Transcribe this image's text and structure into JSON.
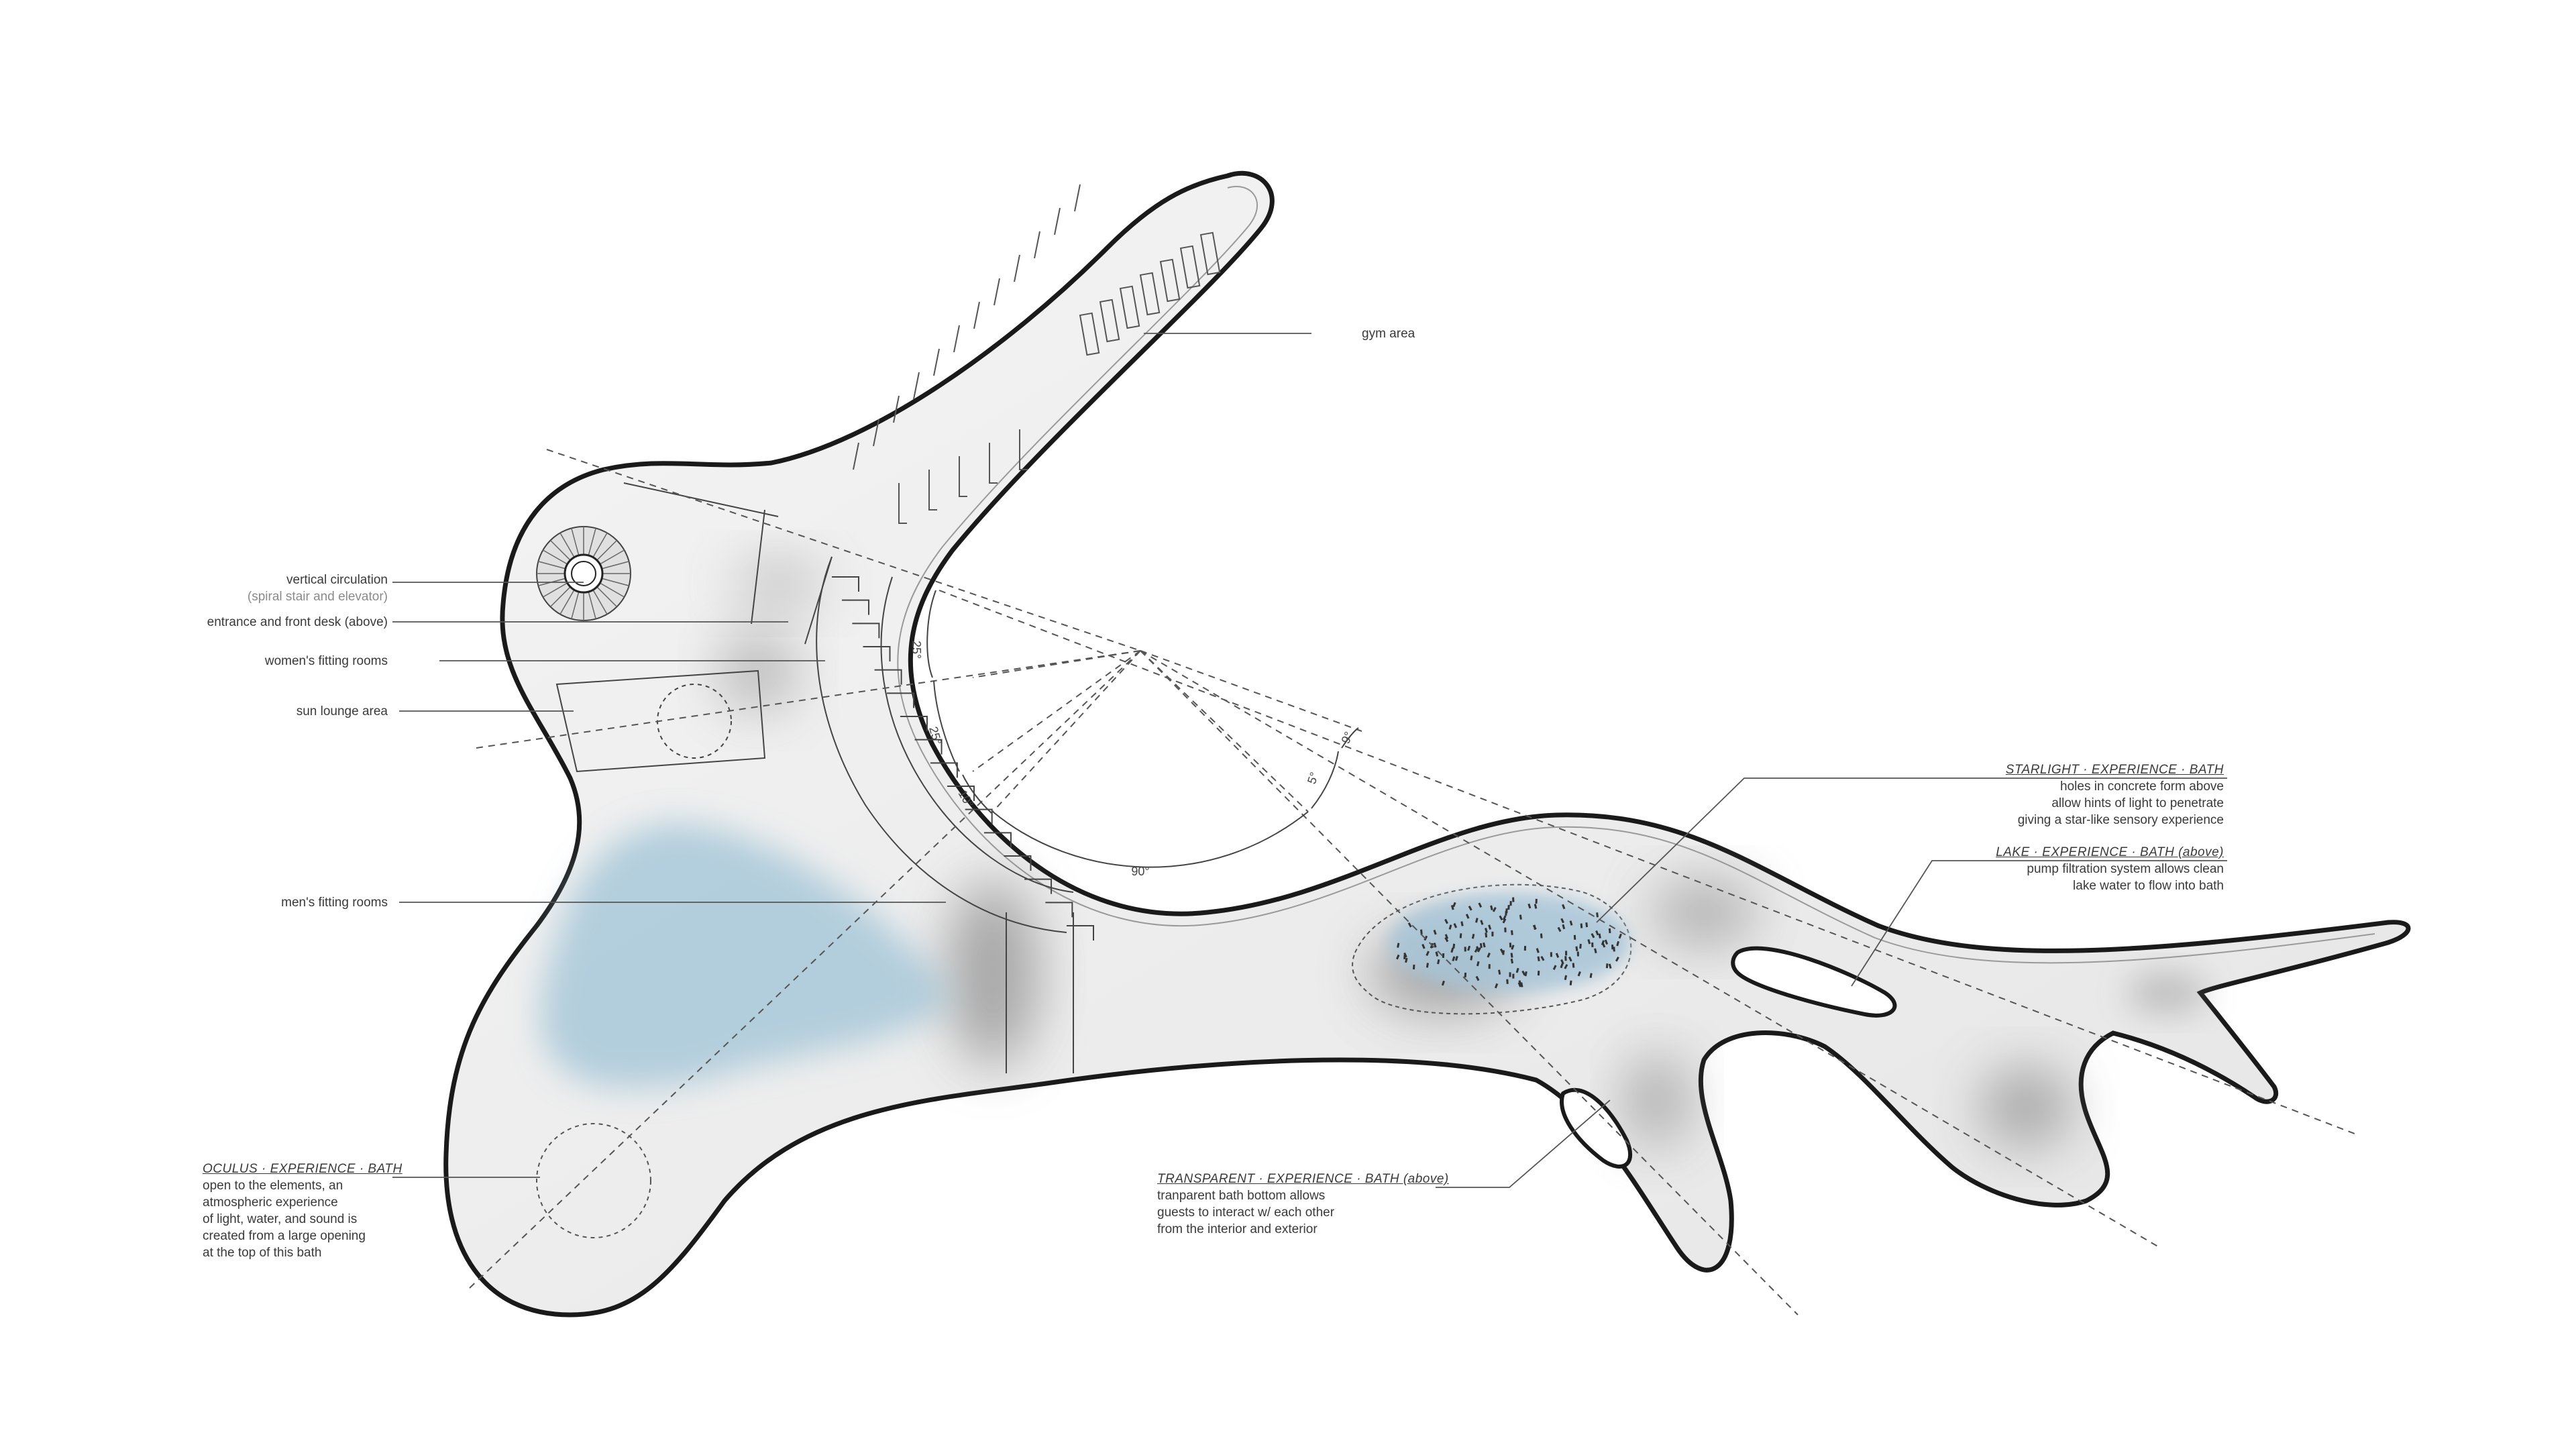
{
  "labels": {
    "gym_area": "gym area",
    "vertical_circulation": "vertical circulation",
    "vertical_circulation_sub": "(spiral stair and elevator)",
    "entrance": "entrance and front desk (above)",
    "womens_fitting": "women's fitting rooms",
    "sun_lounge": "sun lounge area",
    "mens_fitting": "men's fitting rooms"
  },
  "callouts": {
    "starlight": {
      "title": "STARLIGHT · EXPERIENCE · BATH",
      "lines": [
        "holes in concrete form above",
        "allow hints of light to penetrate",
        "giving a star-like sensory experience"
      ]
    },
    "lake": {
      "title": "LAKE · EXPERIENCE · BATH  (above)",
      "lines": [
        "pump filtration system allows clean",
        "lake water to flow into bath"
      ]
    },
    "transparent": {
      "title": "TRANSPARENT · EXPERIENCE · BATH  (above)",
      "lines": [
        "tranparent bath bottom allows",
        "guests to interact w/ each other",
        "from the interior and exterior"
      ]
    },
    "oculus": {
      "title": "OCULUS · EXPERIENCE · BATH",
      "lines": [
        "open to the elements, an",
        "atmospheric experience",
        "of light, water, and sound is",
        "created from a large opening",
        "at the top of this bath"
      ]
    }
  },
  "angles": {
    "a1": "25°",
    "a2": "25°",
    "a3": "10°",
    "a4": "5°",
    "a5": "9°",
    "a6": "90°"
  },
  "colors": {
    "outline": "#1a1a1a",
    "bath_blue": "#9fc3d6",
    "shade": "#8c8c8c",
    "leader": "#555555"
  }
}
